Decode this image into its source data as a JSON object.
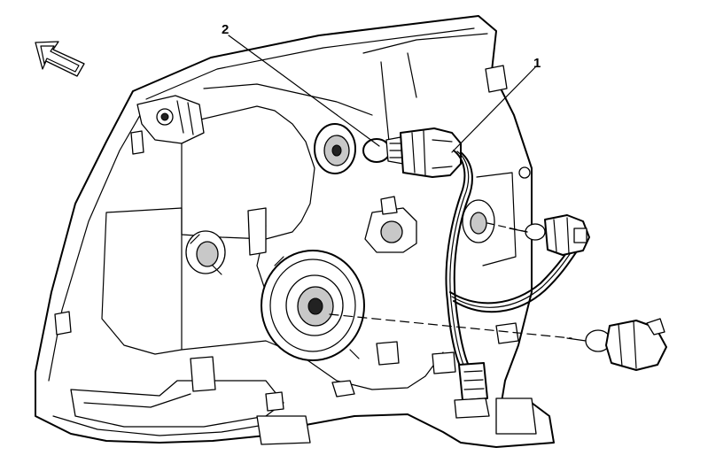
{
  "diagram": {
    "callouts": [
      {
        "id": "1",
        "label": "1"
      },
      {
        "id": "2",
        "label": "2"
      }
    ],
    "direction_arrow_icon": "forward-arrow-icon",
    "colors": {
      "line": "#000000",
      "background": "#ffffff",
      "shade": "#c8c8c8"
    }
  }
}
